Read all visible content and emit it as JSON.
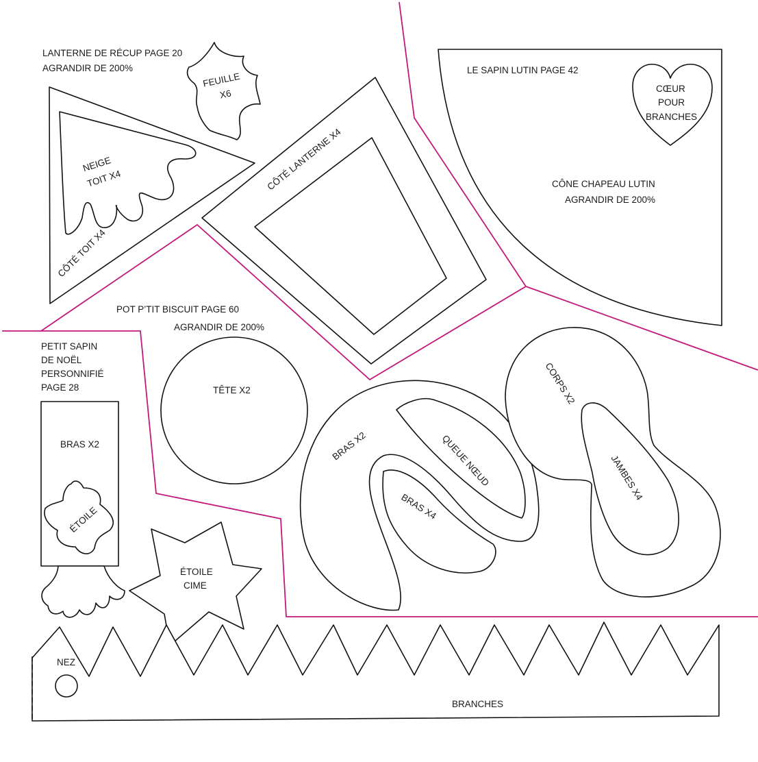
{
  "colors": {
    "cut_line": "#c2187a",
    "outline": "#111111",
    "text": "#1a1a1a",
    "paper": "#ffffff"
  },
  "lanterne": {
    "title": "LANTERNE DE RÉCUP PAGE 20",
    "scale": "AGRANDIR DE 200%",
    "feuille_line1": "FEUILLE",
    "feuille_line2": "X6",
    "neige_line1": "NEIGE",
    "neige_line2": "TOIT X4",
    "cote_toit": "CÔTÉ TOIT X4",
    "cote_lanterne": "CÔTÉ LANTERNE X4"
  },
  "sapin_lutin": {
    "title": "LE SAPIN LUTIN PAGE 42",
    "coeur_line1": "CŒUR",
    "coeur_line2": "POUR",
    "coeur_line3": "BRANCHES",
    "cone_line1": "CÔNE CHAPEAU LUTIN",
    "cone_line2": "AGRANDIR DE 200%"
  },
  "pot_biscuit": {
    "title": "POT P’TIT BISCUIT PAGE 60",
    "scale": "AGRANDIR DE 200%",
    "tete": "TÊTE X2",
    "bras_big": "BRAS X2",
    "queue": "QUEUE NŒUD",
    "bras_small": "BRAS X4",
    "corps": "CORPS X2",
    "jambes": "JAMBES X4"
  },
  "petit_sapin": {
    "title_line1": "PETIT SAPIN",
    "title_line2": "DE NOËL",
    "title_line3": "PERSONNIFIÉ",
    "title_line4": "PAGE 28",
    "bras": "BRAS X2",
    "etoile": "ÉTOILE",
    "etoile_cime_line1": "ÉTOILE",
    "etoile_cime_line2": "CIME",
    "nez": "NEZ",
    "branches": "BRANCHES"
  }
}
